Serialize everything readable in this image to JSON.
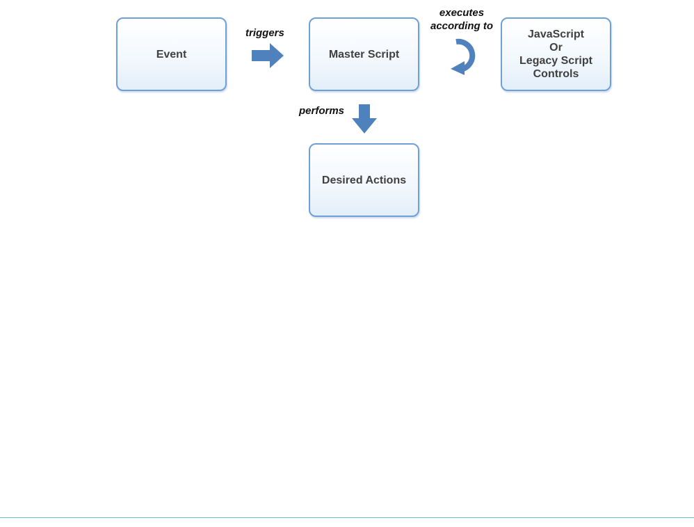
{
  "nodes": {
    "event": "Event",
    "master_script": "Master Script",
    "script_controls": [
      "JavaScript",
      "Or",
      "Legacy Script",
      "Controls"
    ],
    "desired_actions": "Desired Actions"
  },
  "edges": {
    "triggers": "triggers",
    "executes_line1": "executes",
    "executes_line2": "according to",
    "performs": "performs"
  },
  "colors": {
    "node_border": "#6e9fd6",
    "arrow_fill": "#4f81bd",
    "footer_rule": "#5fc4c4"
  }
}
